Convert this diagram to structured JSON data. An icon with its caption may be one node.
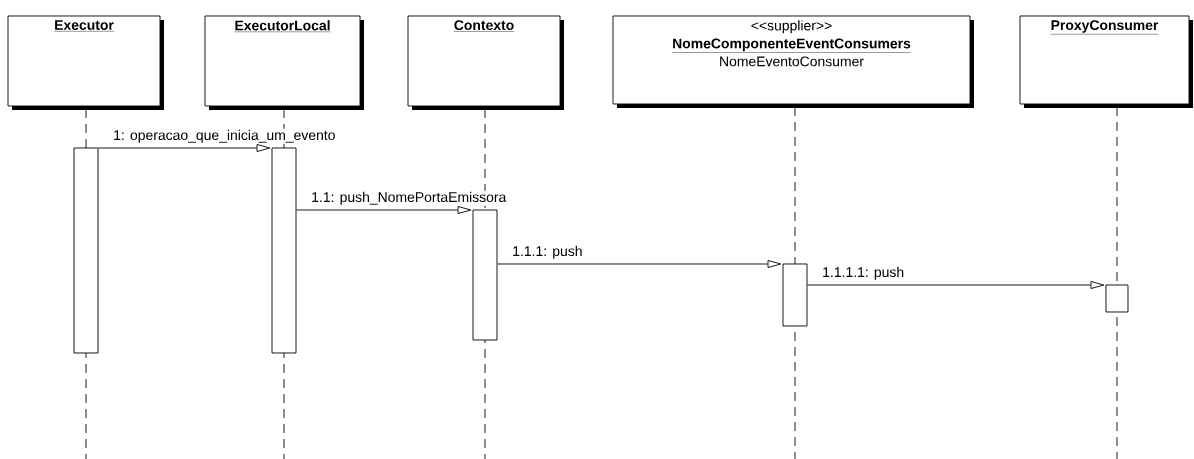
{
  "diagram": {
    "nodes": [
      {
        "text": [
          "Executor"
        ]
      },
      {
        "text": [
          "ExecutorLocal"
        ]
      },
      {
        "text": [
          "Contexto"
        ]
      },
      {
        "text": [
          "<<supplier>>",
          "NomeComponenteEventConsumers",
          "NomeEventoConsumer"
        ]
      },
      {
        "text": [
          "ProxyConsumer"
        ]
      },
      {
        "text": [],
        "shape": "bar"
      },
      {
        "text": [],
        "shape": "bar"
      },
      {
        "text": [],
        "shape": "bar"
      },
      {
        "text": [],
        "shape": "bar"
      },
      {
        "text": [],
        "shape": "bar"
      }
    ],
    "edges": [
      {
        "from": 5,
        "to": 6,
        "arrow": "to",
        "label": "1: operacao_que_inicia_um_evento"
      },
      {
        "from": 6,
        "to": 7,
        "arrow": "to",
        "label": "1.1: push_NomePortaEmissora"
      },
      {
        "from": 7,
        "to": 8,
        "arrow": "to",
        "label": "1.1.1: push"
      },
      {
        "from": 8,
        "to": 9,
        "arrow": "to",
        "label": "1.1.1.1: push"
      }
    ]
  }
}
